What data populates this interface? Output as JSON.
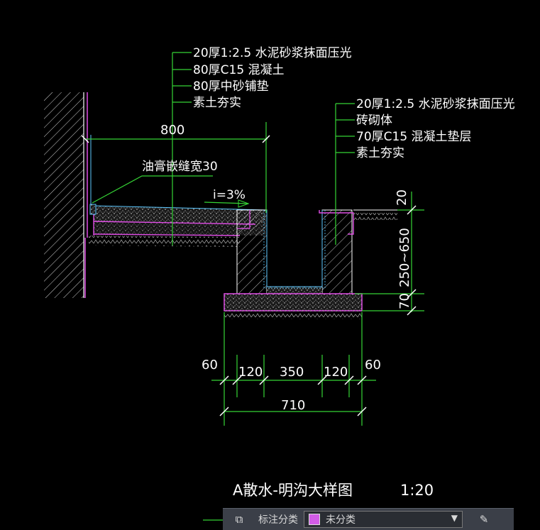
{
  "drawing": {
    "left_notes": [
      "20厚1:2.5 水泥砂浆抹面压光",
      "80厚C15 混凝土",
      "80厚中砂铺垫",
      "素土夯实"
    ],
    "right_notes": [
      "20厚1:2.5 水泥砂浆抹面压光",
      "砖砌体",
      "70厚C15 混凝土垫层",
      "素土夯实"
    ],
    "joint_note": "油膏嵌缝宽30",
    "slope_label": "i=3%",
    "dims": {
      "apron_width": "800",
      "top_offset": "20",
      "depth_range": "250~650",
      "base_thickness": "70",
      "left_edge": "60",
      "left_wall": "120",
      "channel": "350",
      "right_wall": "120",
      "right_edge": "60",
      "total": "710"
    },
    "title": "A散水-明沟大样图",
    "scale": "1:20"
  },
  "toolbar": {
    "label": "标注分类",
    "selected": "未分类",
    "swatch_color": "#d25ce6"
  },
  "colors": {
    "green": "#35d435",
    "magenta": "#e04ee6",
    "white": "#ffffff"
  }
}
